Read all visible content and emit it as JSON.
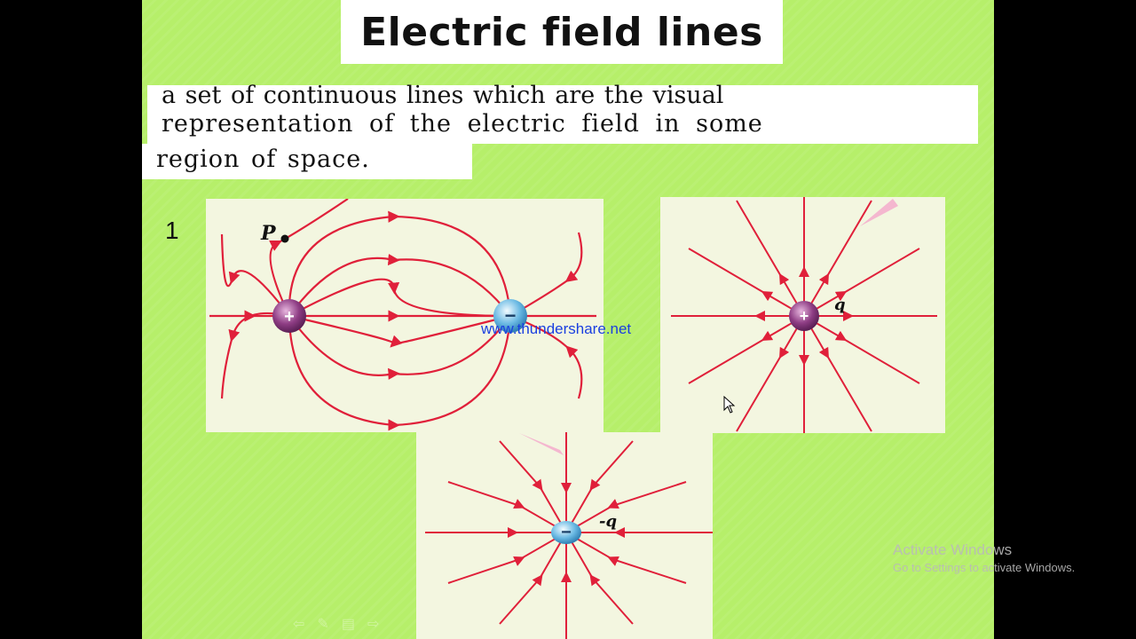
{
  "slide": {
    "title": "Electric field lines",
    "definition_lines": [
      "a set of continuous lines which are the visual",
      "representation of the electric field in some",
      "region  of  space."
    ],
    "slide_number": "1"
  },
  "figures": {
    "dipole": {
      "point_label": "P",
      "positive_symbol": "+",
      "negative_symbol": "−"
    },
    "positive_charge": {
      "symbol": "+",
      "label": "q"
    },
    "negative_charge": {
      "symbol": "−",
      "label": "-q"
    }
  },
  "watermark": "www.thundershare.net",
  "system": {
    "activate_title": "Activate Windows",
    "activate_subtitle": "Go to Settings to activate Windows."
  },
  "colors": {
    "slide_background": "#b6ef6a",
    "field_line": "#e0203a",
    "positive_charge": "#8e3d84",
    "negative_charge": "#6ab9e3",
    "watermark": "#1a3fe0"
  },
  "icons": [
    "previous-slide-icon",
    "pen-icon",
    "slides-menu-icon",
    "next-slide-icon",
    "mouse-pointer-icon"
  ]
}
